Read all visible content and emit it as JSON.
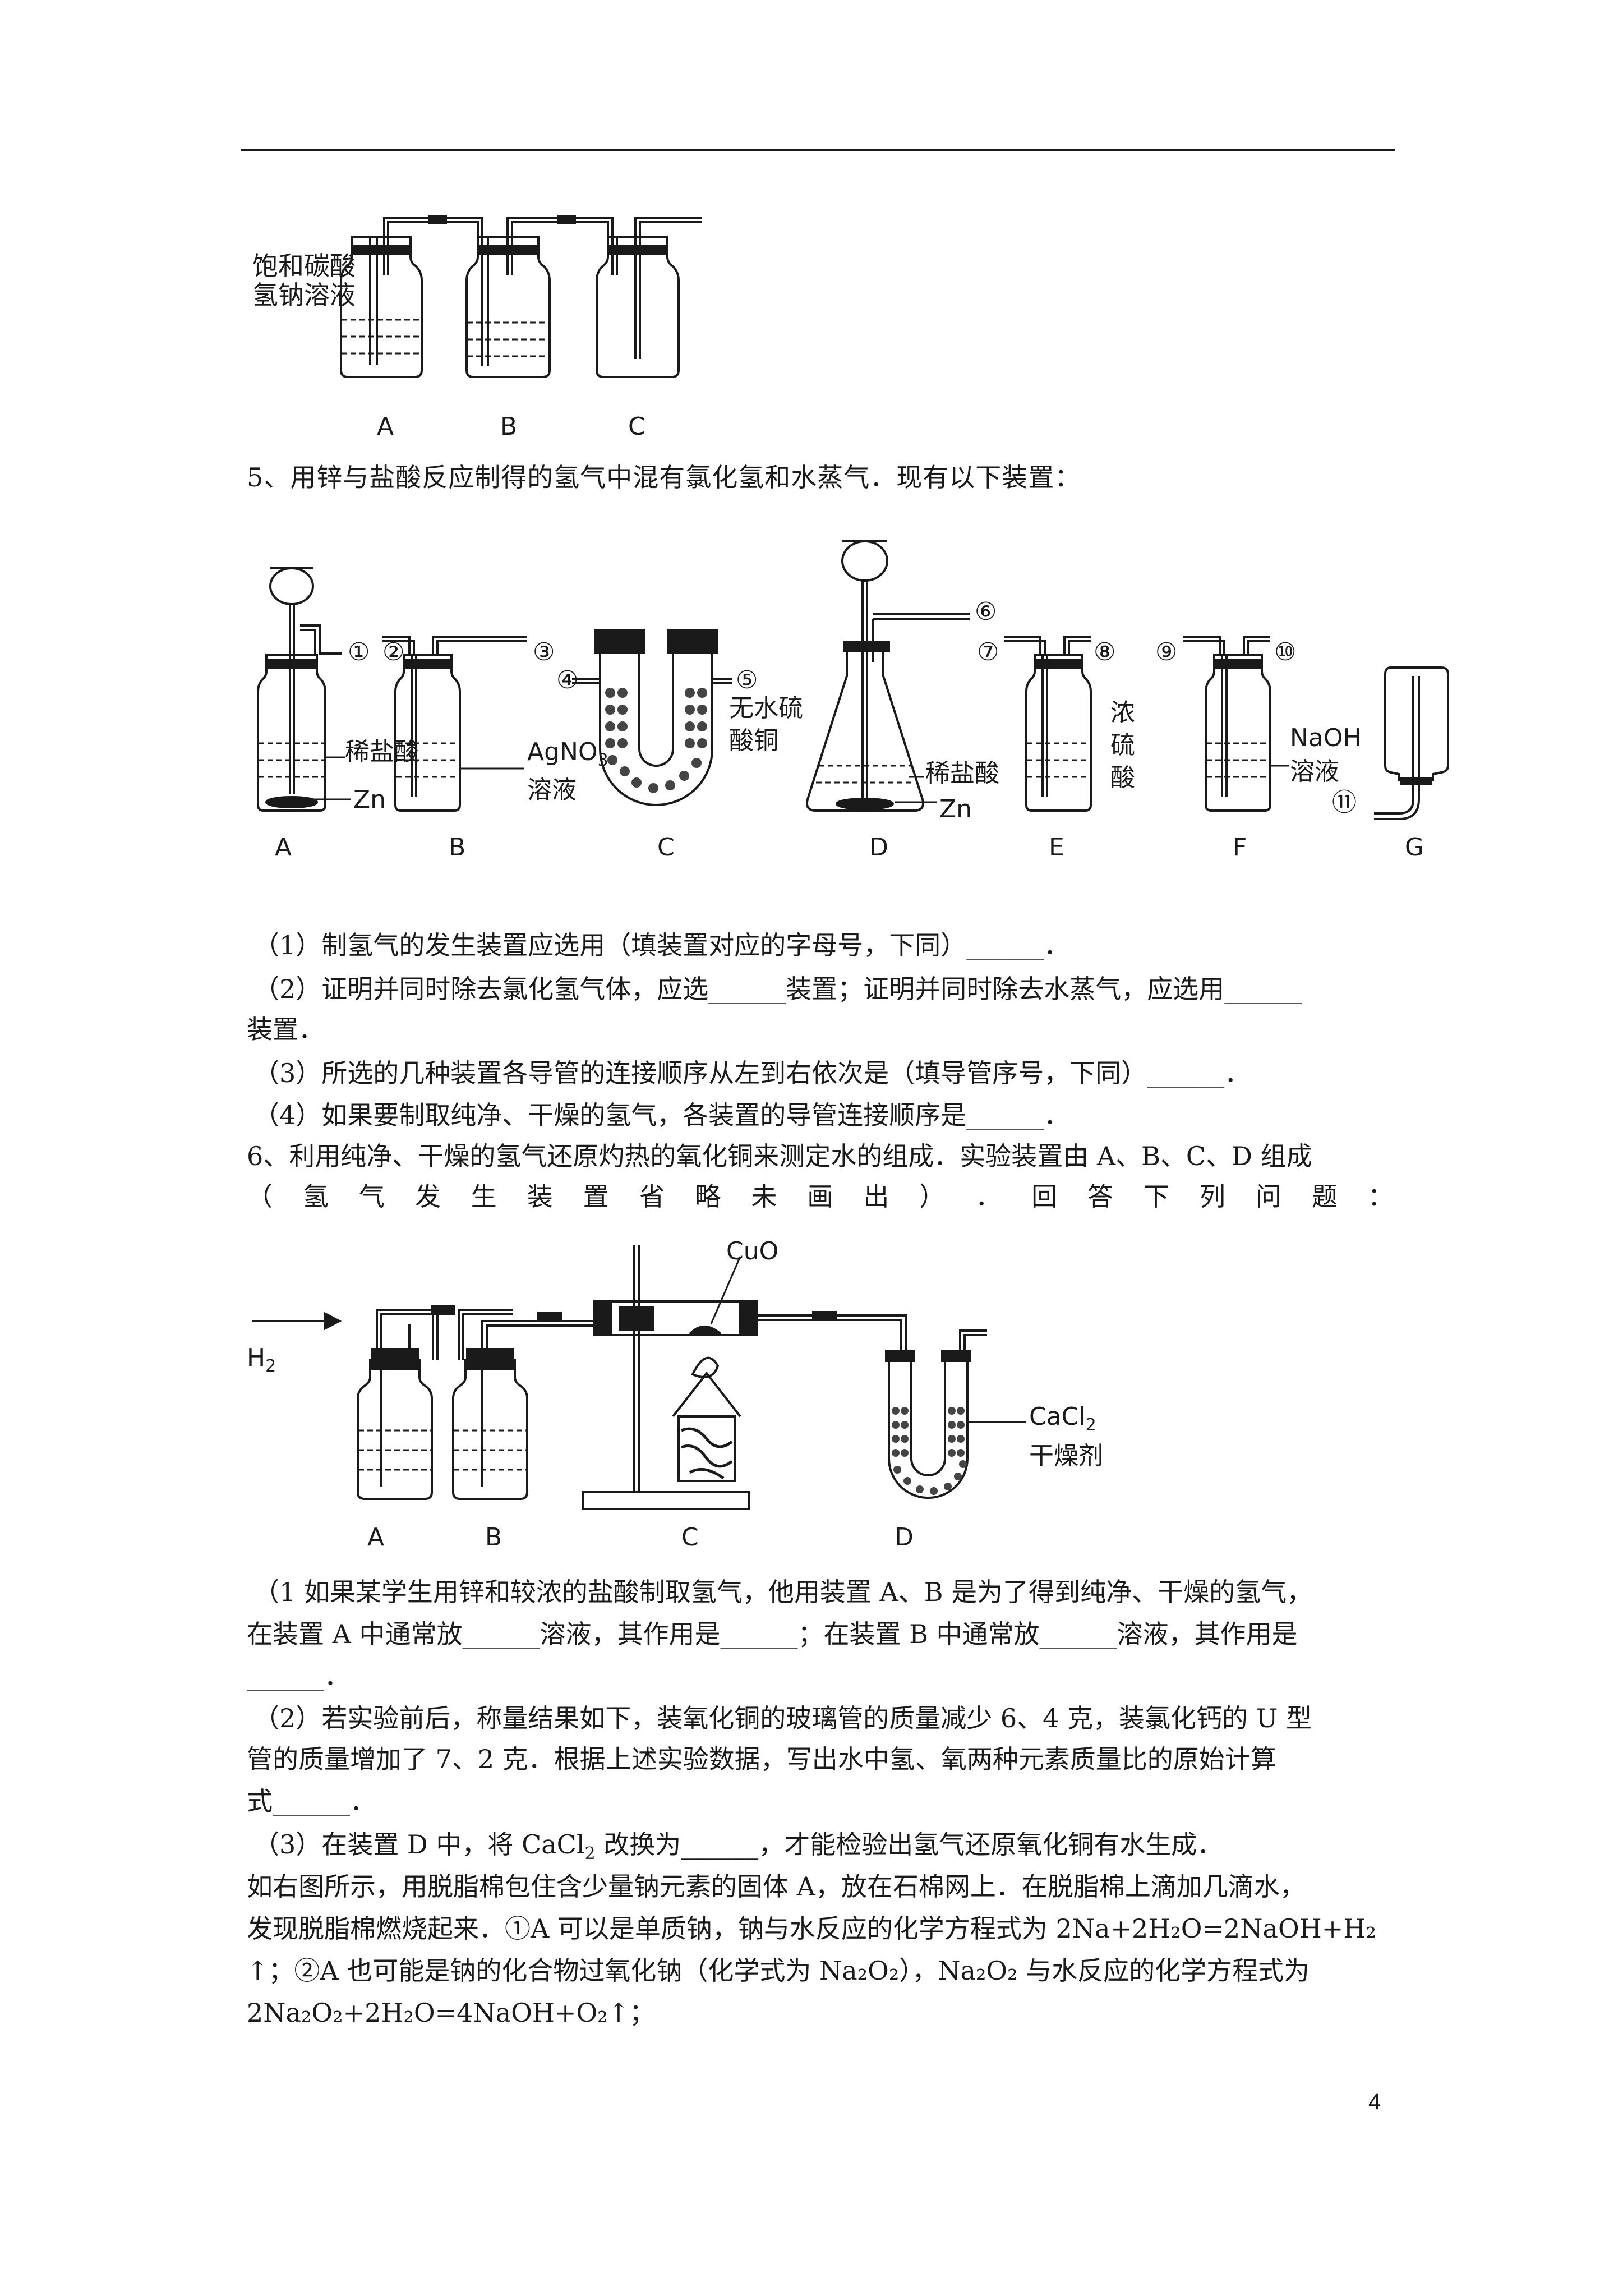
{
  "figure1": {
    "label_lines": [
      "饱和碳酸",
      "氢钠溶液"
    ],
    "letters": [
      "A",
      "B",
      "C"
    ]
  },
  "q5": {
    "intro": "5、用锌与盐酸反应制得的氢气中混有氯化氢和水蒸气．现有以下装置：",
    "figure": {
      "letters": [
        "A",
        "B",
        "C",
        "D",
        "E",
        "F",
        "G"
      ],
      "ports": [
        "①",
        "②",
        "③",
        "④",
        "⑤",
        "⑥",
        "⑦",
        "⑧",
        "⑨",
        "⑩",
        "⑪"
      ],
      "labels": {
        "a_liquid": "稀盐酸",
        "a_zn": "Zn",
        "b_line1": "AgNO",
        "b_sub": "3",
        "b_line2": "溶液",
        "c_line1": "无水硫",
        "c_line2": "酸铜",
        "d_liquid": "稀盐酸",
        "d_zn": "Zn",
        "e_1": "浓",
        "e_2": "硫",
        "e_3": "酸",
        "f_1": "NaOH",
        "f_2": "溶液"
      }
    },
    "sub1": "（1）制氢气的发生装置应选用（填装置对应的字母号，下同）______．",
    "sub2a": "（2）证明并同时除去氯化氢气体，应选______装置；证明并同时除去水蒸气，应选用______",
    "sub2b": "装置．",
    "sub3": "（3）所选的几种装置各导管的连接顺序从左到右依次是（填导管序号，下同）______．",
    "sub4": "（4）如果要制取纯净、干燥的氢气，各装置的导管连接顺序是______．"
  },
  "q6": {
    "intro1": "6、利用纯净、干燥的氢气还原灼热的氧化铜来测定水的组成．实验装置由 A、B、C、D 组成",
    "intro2_chars": [
      "（",
      "氢",
      "气",
      "发",
      "生",
      "装",
      "置",
      "省",
      "略",
      "未",
      "画",
      "出",
      "）",
      "．",
      "回",
      "答",
      "下",
      "列",
      "问",
      "题",
      "："
    ],
    "figure": {
      "h2_main": "H",
      "h2_sub": "2",
      "cuo": "CuO",
      "cacl_main": "CaCl",
      "cacl_sub": "2",
      "dryer": "干燥剂",
      "letters": [
        "A",
        "B",
        "C",
        "D"
      ]
    },
    "p1a": "（1 如果某学生用锌和较浓的盐酸制取氢气，他用装置 A、B 是为了得到纯净、干燥的氢气，",
    "p1b": "在装置 A 中通常放______溶液，其作用是______；在装置 B 中通常放______溶液，其作用是",
    "p1c": "______．",
    "p2a": "（2）若实验前后，称量结果如下，装氧化铜的玻璃管的质量减少 6、4 克，装氯化钙的 U 型",
    "p2b": "管的质量增加了 7、2 克．根据上述实验数据，写出水中氢、氧两种元素质量比的原始计算",
    "p2c": "式______．",
    "p3_pre": "（3）在装置 D 中，将 CaCl",
    "p3_sub": "2",
    "p3_post": " 改换为______，才能检验出氢气还原氧化铜有水生成．"
  },
  "extra": {
    "l1": "如右图所示，用脱脂棉包住含少量钠元素的固体 A，放在石棉网上．在脱脂棉上滴加几滴水，",
    "l2": "发现脱脂棉燃烧起来．①A 可以是单质钠，钠与水反应的化学方程式为 2Na+2H₂O=2NaOH+H₂",
    "l3": "↑；②A 也可能是钠的化合物过氧化钠（化学式为 Na₂O₂），Na₂O₂ 与水反应的化学方程式为",
    "l4": "2Na₂O₂+2H₂O=4NaOH+O₂↑；"
  },
  "page_number": "4"
}
